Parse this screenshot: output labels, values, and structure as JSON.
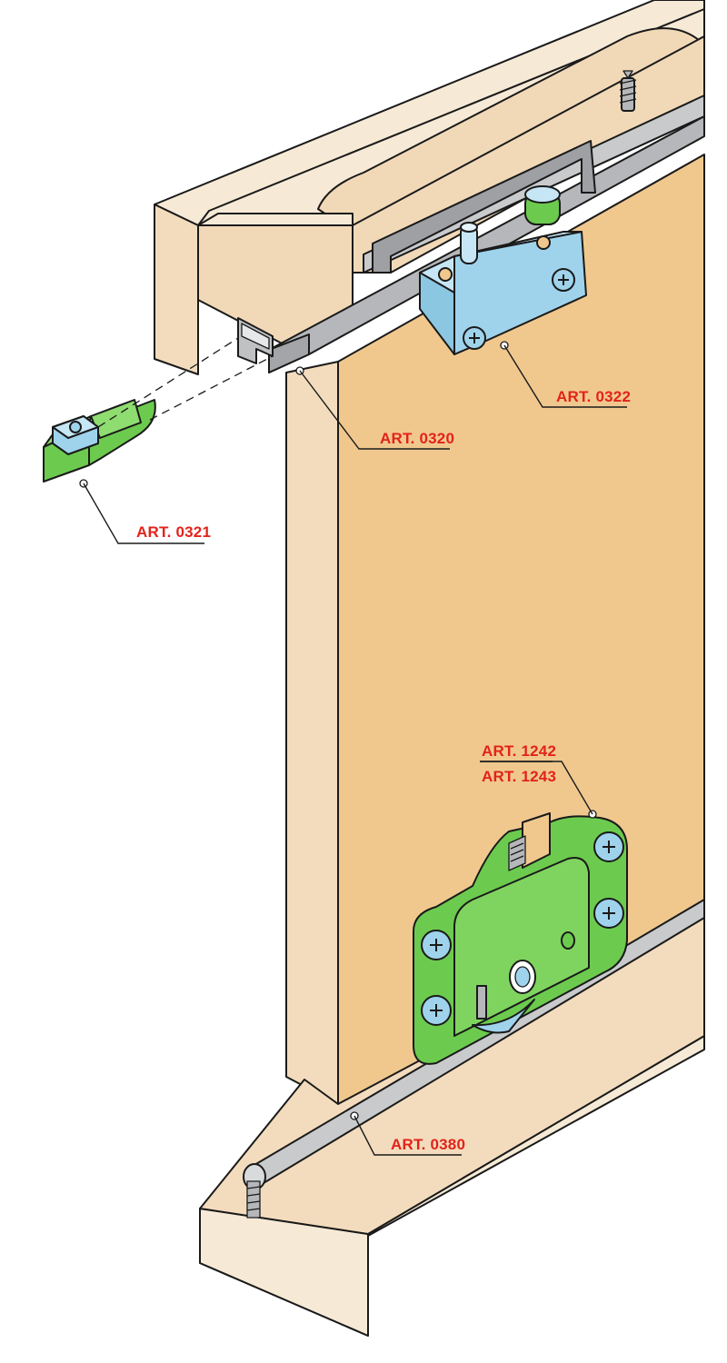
{
  "colors": {
    "wood_light": "#f6ead6",
    "wood_mid": "#f1d9b8",
    "door_face": "#f0c88e",
    "door_edge": "#f3dcbd",
    "metal": "#b5b7ba",
    "green": "#6ccb4e",
    "blue": "#9fd3ec",
    "label": "#e2231a"
  },
  "labels": {
    "art_0322": "ART. 0322",
    "art_0320": "ART. 0320",
    "art_0321": "ART. 0321",
    "art_1242": "ART. 1242",
    "art_1243": "ART. 1243",
    "art_0380": "ART. 0380"
  }
}
